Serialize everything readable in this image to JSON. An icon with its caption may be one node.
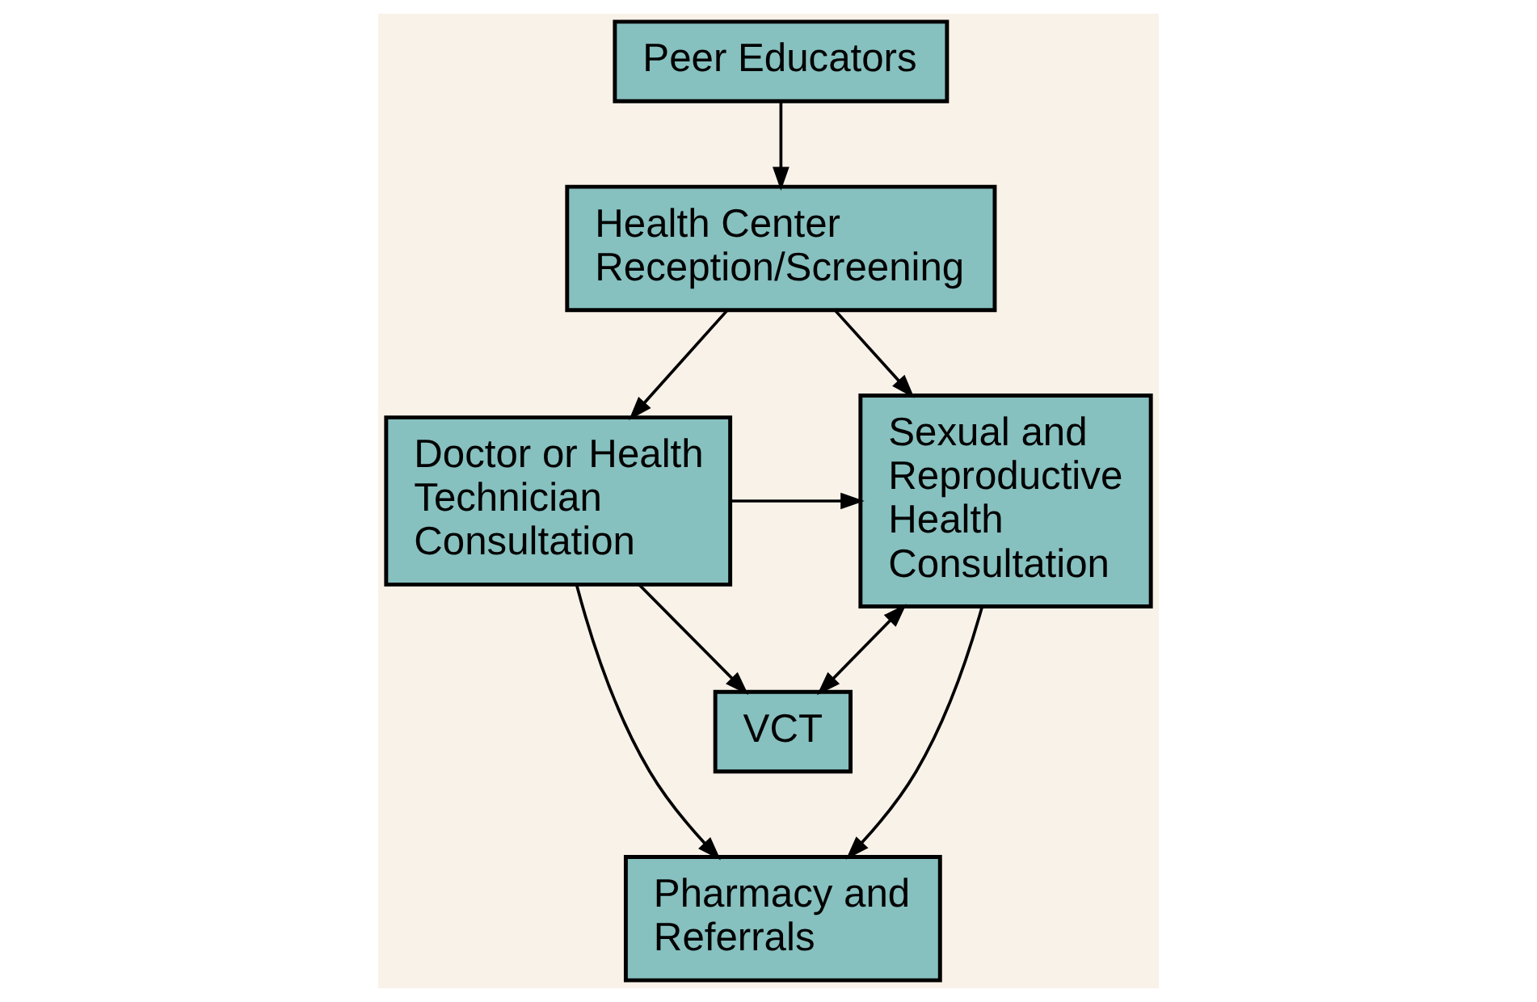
{
  "diagram": {
    "nodes": [
      {
        "text": [
          "Peer Educators"
        ]
      },
      {
        "text": [
          "Health Center Reception/Screening"
        ]
      },
      {
        "text": [
          "Doctor or Health Technician Consultation"
        ]
      },
      {
        "text": [
          "Sexual and Reproductive Health Consultation"
        ]
      },
      {
        "text": [
          "VCT"
        ]
      },
      {
        "text": [
          "Pharmacy and Referrals"
        ]
      }
    ],
    "edges": [
      {
        "from": 0,
        "to": 1,
        "arrow": "to"
      },
      {
        "from": 1,
        "to": 2,
        "arrow": "to"
      },
      {
        "from": 1,
        "to": 3,
        "arrow": "to"
      },
      {
        "from": 2,
        "to": 3,
        "arrow": "to"
      },
      {
        "from": 2,
        "to": 4,
        "arrow": "to"
      },
      {
        "from": 3,
        "to": 4,
        "arrow": "both"
      },
      {
        "from": 2,
        "to": 5,
        "arrow": "to"
      },
      {
        "from": 3,
        "to": 5,
        "arrow": "to"
      }
    ]
  }
}
